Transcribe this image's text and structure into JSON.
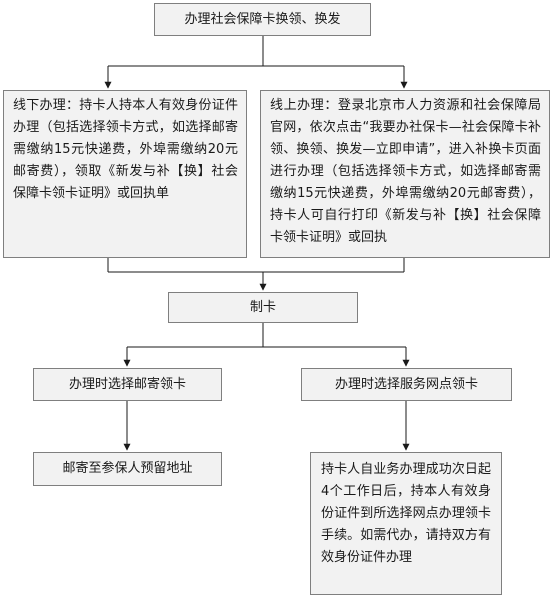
{
  "diagram": {
    "nodes": {
      "start": "办理社会保障卡换领、换发",
      "offline": "线下办理：持卡人持本人有效身份证件办理（包括选择领卡方式，如选择邮寄需缴纳15元快递费，外埠需缴纳20元邮寄费），领取《新发与补【换】社会保障卡领卡证明》或回执单",
      "online": "线上办理：登录北京市人力资源和社会保障局官网，依次点击“我要办社保卡—社会保障卡补领、换领、换发—立即申请”，进入补换卡页面进行办理（包括选择领卡方式，如选择邮寄需缴纳15元快递费，外埠需缴纳20元邮寄费），持卡人可自行打印《新发与补【换】社会保障卡领卡证明》或回执",
      "make": "制卡",
      "mail_choice": "办理时选择邮寄领卡",
      "outlet_choice": "办理时选择服务网点领卡",
      "mail_result": "邮寄至参保人预留地址",
      "outlet_result": "持卡人自业务办理成功次日起4个工作日后，持本人有效身份证件到所选择网点办理领卡手续。如需代办，请持双方有效身份证件办理"
    }
  }
}
